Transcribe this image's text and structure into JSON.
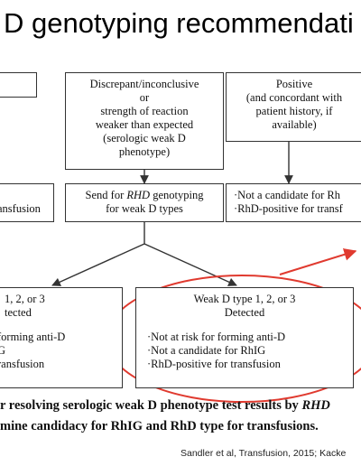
{
  "slide": {
    "title": "D genotyping recommendati"
  },
  "flowchart": {
    "top_center": {
      "lines": [
        "Discrepant/inconclusive",
        "or",
        "strength of reaction",
        "weaker than expected",
        "(serologic weak D",
        "phenotype)"
      ]
    },
    "top_right": {
      "lines": [
        "Positive",
        "(and concordant with",
        "patient history, if",
        "available)"
      ]
    },
    "mid_left": {
      "text": "ansfusion"
    },
    "mid_center": {
      "prefix": "Send for ",
      "gene": "RHD",
      "suffix": " genotyping",
      "line2": "for weak D types"
    },
    "mid_right": {
      "line1": "·Not a candidate for Rh",
      "line2": "·RhD-positive for transf"
    },
    "bottom_left": {
      "line1": "1, 2, or 3",
      "line2": "tected",
      "line3": "forming anti-D",
      "line4": "G",
      "line5": "ransfusion"
    },
    "bottom_center": {
      "title1": "Weak D type 1, 2, or 3",
      "title2": "Detected",
      "line1": "·Not at risk for forming anti-D",
      "line2": "·Not a candidate for RhIG",
      "line3": "·RhD-positive for transfusion"
    }
  },
  "caption": {
    "line1_text": "r resolving serologic weak D phenotype test results by ",
    "line1_gene": "RHD",
    "line2": "mine candidacy for RhIG and RhD type for transfusions."
  },
  "citation": "Sandler et al, Transfusion, 2015; Kacke",
  "colors": {
    "highlight": "#e03a2f",
    "box_border": "#333333",
    "arrow": "#333333"
  }
}
